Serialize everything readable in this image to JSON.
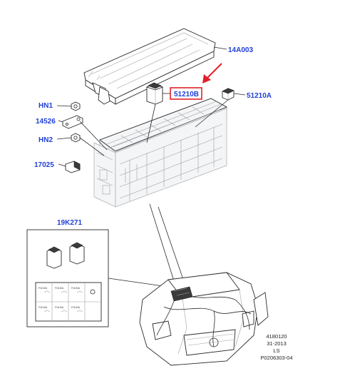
{
  "callouts": {
    "cover": "14A003",
    "relay_highlighted": "51210B",
    "relay_small": "51210A",
    "nut_1": "HN1",
    "bracket": "14526",
    "nut_2": "HN2",
    "connector": "17025",
    "kit": "19K271"
  },
  "kit_box": {
    "labels": [
      "F18 40A",
      "F18 40A",
      "F18 40A",
      "F18 40A",
      "F18 40A",
      "F18 40A"
    ]
  },
  "reference": {
    "line1": "4180120",
    "line2": "31-2013",
    "line3": "LS",
    "line4": "P0206303-04"
  },
  "colors": {
    "callout": "#1f3fd8",
    "highlight": "#e3202a",
    "arrow": "#e3202a"
  }
}
